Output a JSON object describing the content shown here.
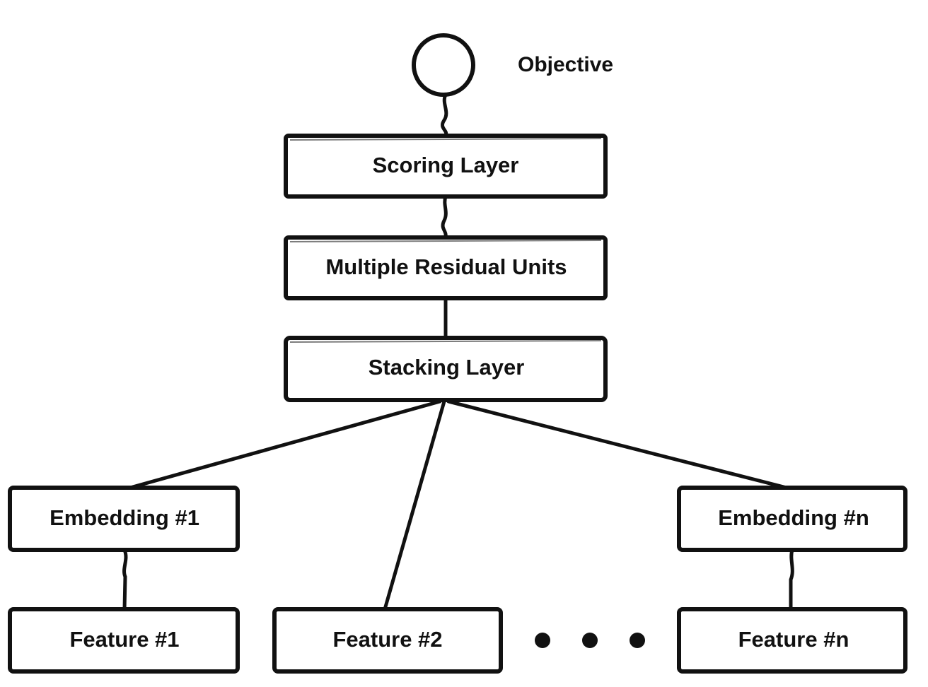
{
  "objective": {
    "label": "Objective"
  },
  "layers": {
    "scoring": "Scoring Layer",
    "residual": "Multiple Residual Units",
    "stacking": "Stacking Layer"
  },
  "embeddings": {
    "first": "Embedding #1",
    "last": "Embedding #n"
  },
  "features": {
    "first": "Feature #1",
    "second": "Feature #2",
    "last": "Feature #n"
  },
  "ellipsis": {
    "dots": 3
  }
}
